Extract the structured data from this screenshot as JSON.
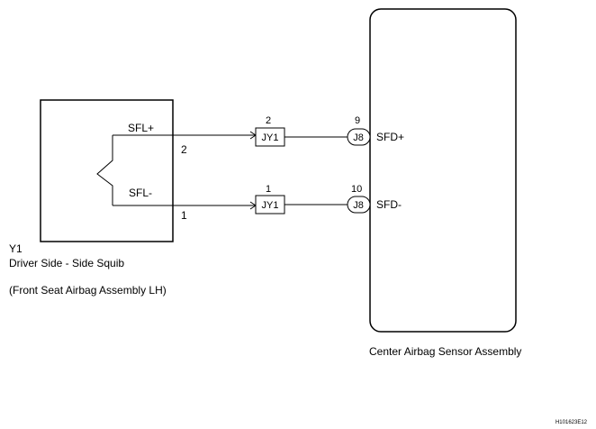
{
  "component_y1": {
    "code": "Y1",
    "name": "Driver Side -  Side Squib",
    "note": "(Front Seat Airbag Assembly LH)",
    "pins": [
      {
        "signal": "SFL+",
        "pin": "2"
      },
      {
        "signal": "SFL-",
        "pin": "1"
      }
    ]
  },
  "junction": {
    "connector": "JY1",
    "pins": [
      "2",
      "1"
    ]
  },
  "sensor": {
    "name": "Center Airbag Sensor Assembly",
    "connector": "J8",
    "pins": [
      {
        "pin": "9",
        "signal": "SFD+"
      },
      {
        "pin": "10",
        "signal": "SFD-"
      }
    ]
  },
  "figure_id": "H101623E12"
}
